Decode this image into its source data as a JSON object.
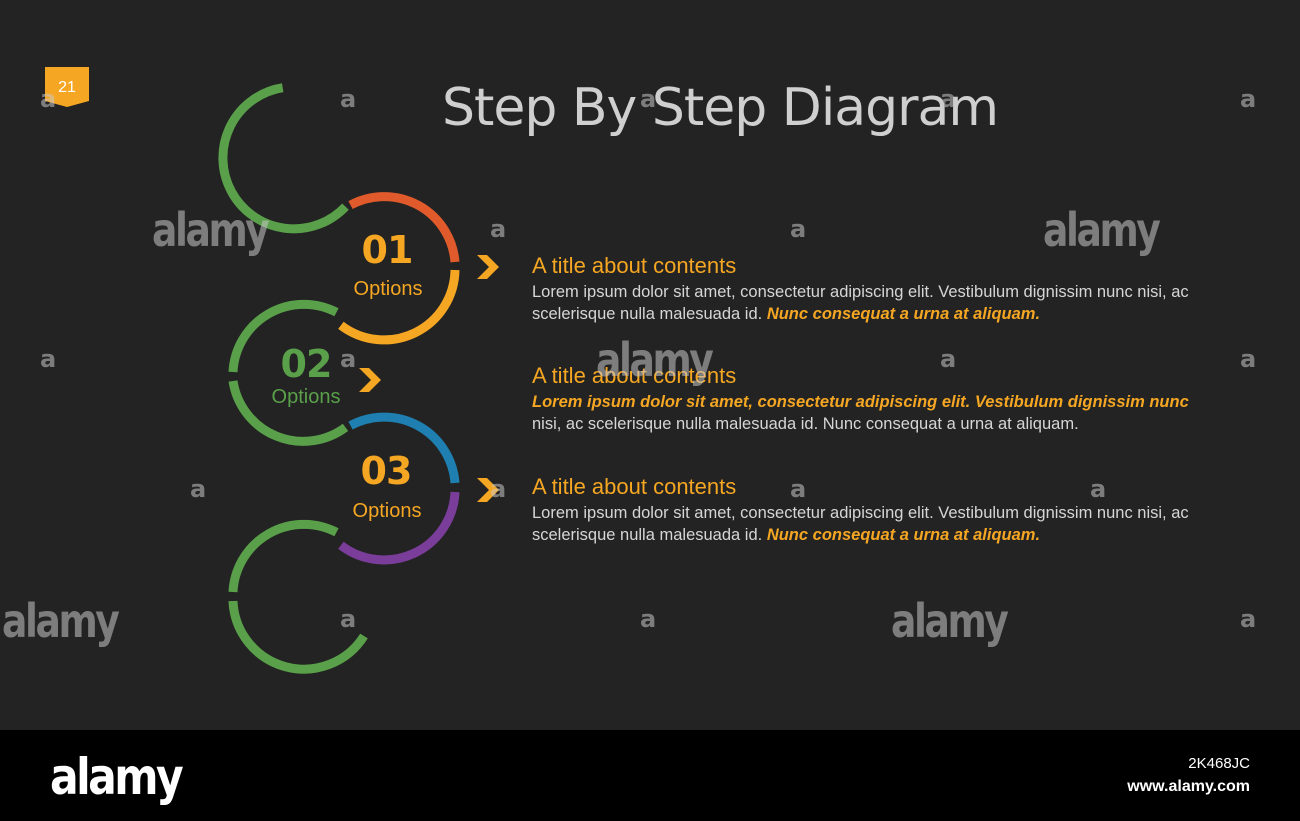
{
  "slide": {
    "page_number": "21",
    "title": "Step By Step Diagram"
  },
  "colors": {
    "background": "#222322",
    "accent_orange": "#f5a623",
    "red": "#e05a2b",
    "green": "#5aa04a",
    "blue": "#1e7fb0",
    "purple": "#7b3d9a",
    "body_text": "#d6d6d6"
  },
  "steps": [
    {
      "number": "01",
      "label": "Options",
      "title": "A title about contents",
      "text_plain_1": "Lorem ipsum dolor sit amet, consectetur adipiscing elit. Vestibulum dignissim nunc nisi, ac scelerisque nulla malesuada id. ",
      "text_highlight": "Nunc consequat a urna at aliquam."
    },
    {
      "number": "02",
      "label": "Options",
      "title": "A title about contents",
      "text_highlight": "Lorem ipsum dolor sit amet, consectetur adipiscing elit. Vestibulum dignissim nunc",
      "text_plain_2": "nisi, ac scelerisque nulla malesuada id. Nunc consequat a urna at aliquam."
    },
    {
      "number": "03",
      "label": "Options",
      "title": "A title about contents",
      "text_plain_1": "Lorem ipsum dolor sit amet, consectetur adipiscing elit. Vestibulum dignissim nunc nisi, ac scelerisque nulla malesuada id. ",
      "text_highlight": "Nunc consequat a urna at aliquam."
    }
  ],
  "watermark": {
    "brand": "alamy",
    "letter": "a"
  },
  "footer": {
    "logo": "alamy",
    "image_id": "2K468JC",
    "url": "www.alamy.com"
  }
}
